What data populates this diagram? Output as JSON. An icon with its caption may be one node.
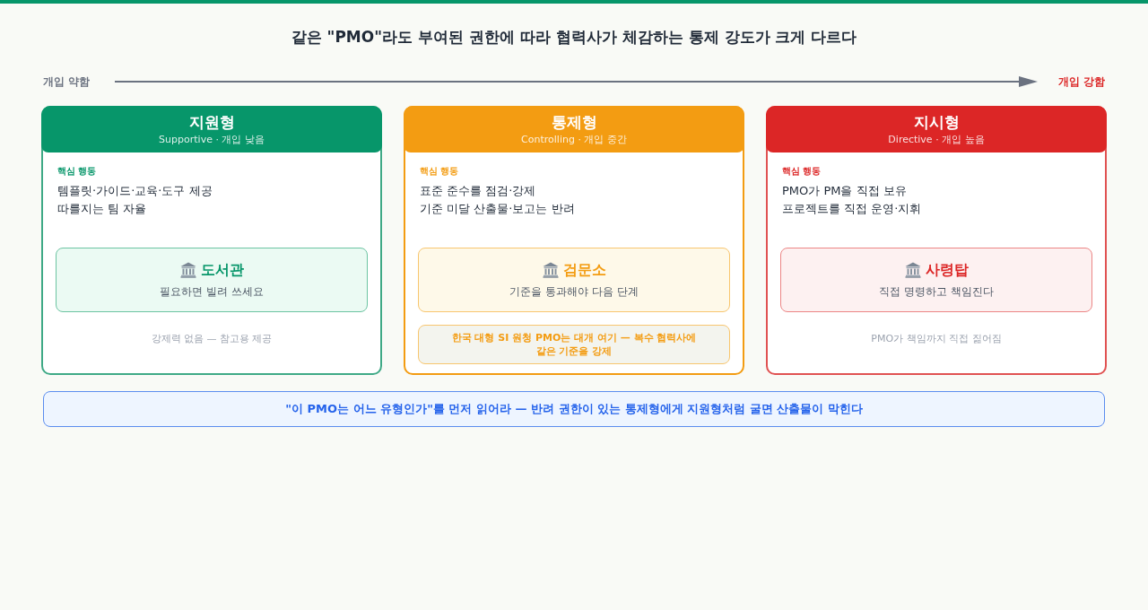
{
  "diagram": {
    "title": "같은 \"PMO\"라도 부여된 권한에 따라 협력사가 체감하는 통제 강도가 크게 다르다",
    "nodes": [
      {
        "text": [
          "지원형",
          "Supportive · 개입 낮음",
          "핵심 행동",
          "템플릿·가이드·교육·도구 제공",
          "따를지는 팀 자율",
          "강제력 없음 — 참고용 제공"
        ]
      },
      {
        "text": [
          "도서관",
          "필요하면 빌려 쓰세요"
        ],
        "in": 0
      },
      {
        "text": [
          "통제형",
          "Controlling · 개입 중간",
          "핵심 행동",
          "표준 준수를 점검·강제",
          "기준 미달 산출물·보고는 반려"
        ]
      },
      {
        "text": [
          "검문소",
          "기준을 통과해야 다음 단계"
        ],
        "in": 2
      },
      {
        "text": [
          "한국 대형 SI 원청 PMO는 대개 여기 — 복수 협력사에 같은 기준을 강제"
        ],
        "in": 2
      },
      {
        "text": [
          "지시형",
          "Directive · 개입 높음",
          "핵심 행동",
          "PMO가 PM을 직접 보유",
          "프로젝트를 직접 운영·지휘",
          "PMO가 책임까지 직접 짊어짐"
        ]
      },
      {
        "text": [
          "사령탑",
          "직접 명령하고 책임진다"
        ],
        "in": 5
      },
      {
        "text": [
          "\"이 PMO는 어느 유형인가\"를 먼저 읽어라 — 반려 권한이 있는 통제형에게 지원형처럼 굴면 산출물이 막힌다"
        ]
      }
    ],
    "labels": [
      "개입 약함",
      "개입 강함"
    ]
  }
}
